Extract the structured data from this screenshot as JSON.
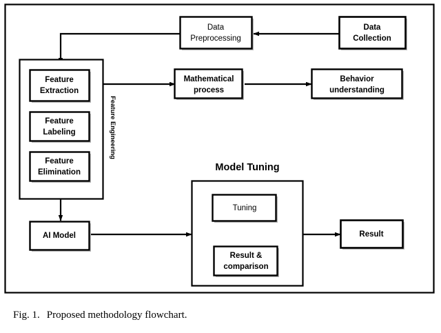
{
  "figure": {
    "caption_number": "Fig. 1.",
    "caption_text": "Proposed methodology flowchart.",
    "frame_color": "#000000",
    "box_fill": "#ffffff",
    "line_color": "#000000",
    "shadow_color": "#b9b9b9"
  },
  "nodes": {
    "data_collection": {
      "line1": "Data",
      "line2": "Collection"
    },
    "data_preprocessing": {
      "line1": "Data",
      "line2": "Preprocessing"
    },
    "feature_extraction": {
      "line1": "Feature",
      "line2": "Extraction"
    },
    "feature_labeling": {
      "line1": "Feature",
      "line2": "Labeling"
    },
    "feature_elimination": {
      "line1": "Feature",
      "line2": "Elimination"
    },
    "mathematical_process": {
      "line1": "Mathematical",
      "line2": "process"
    },
    "behavior_understanding": {
      "line1": "Behavior",
      "line2": "understanding"
    },
    "ai_model": {
      "line1": "AI Model",
      "line2": ""
    },
    "tuning": {
      "line1": "Tuning",
      "line2": ""
    },
    "result_comparison": {
      "line1": "Result  &",
      "line2": "comparison"
    },
    "result": {
      "line1": "Result",
      "line2": ""
    }
  },
  "groups": {
    "feature_engineering": {
      "label": "Feature Engineering"
    },
    "model_tuning": {
      "title": "Model Tuning"
    }
  },
  "chart_data": {
    "type": "diagram",
    "title": "Proposed methodology flowchart",
    "nodes": [
      "Data Collection",
      "Data Preprocessing",
      "Feature Extraction",
      "Feature Labeling",
      "Feature Elimination",
      "Mathematical process",
      "Behavior understanding",
      "AI Model",
      "Tuning",
      "Result & comparison",
      "Result"
    ],
    "containers": [
      {
        "label": "Feature Engineering",
        "contains": [
          "Feature Extraction",
          "Feature Labeling",
          "Feature Elimination"
        ]
      },
      {
        "label": "Model Tuning",
        "contains": [
          "Tuning",
          "Result & comparison"
        ]
      }
    ],
    "edges": [
      {
        "from": "Data Collection",
        "to": "Data Preprocessing"
      },
      {
        "from": "Data Preprocessing",
        "to": "Feature Extraction"
      },
      {
        "from": "Feature Extraction",
        "to": "Feature Labeling"
      },
      {
        "from": "Feature Labeling",
        "to": "Feature Elimination"
      },
      {
        "from": "Feature Elimination",
        "to": "AI Model"
      },
      {
        "from": "Feature Extraction",
        "to": "Mathematical process"
      },
      {
        "from": "Mathematical process",
        "to": "Behavior understanding"
      },
      {
        "from": "AI Model",
        "to": "Model Tuning"
      },
      {
        "from": "Tuning",
        "to": "Result & comparison"
      },
      {
        "from": "Result & comparison",
        "to": "Tuning"
      },
      {
        "from": "Model Tuning",
        "to": "Result"
      }
    ]
  }
}
